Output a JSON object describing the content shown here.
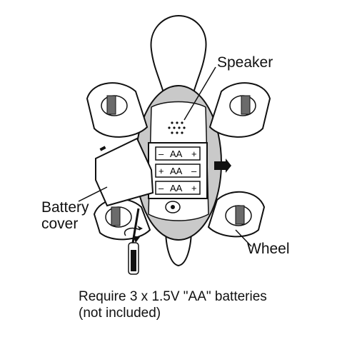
{
  "labels": {
    "speaker": "Speaker",
    "battery_line1": "Battery",
    "battery_line2": "cover",
    "wheel": "Wheel"
  },
  "batteries": [
    {
      "polarity_left": "–",
      "text": "AA",
      "polarity_right": "+"
    },
    {
      "polarity_left": "+",
      "text": "AA",
      "polarity_right": "–"
    },
    {
      "polarity_left": "–",
      "text": "AA",
      "polarity_right": "+"
    }
  ],
  "note": {
    "line1": "Require 3 x 1.5V \"AA\" batteries",
    "line2": "(not included)"
  },
  "colors": {
    "ink": "#111111",
    "body_gray": "#c9c9c9",
    "dark_gray": "#6b6b6b",
    "background": "#ffffff"
  }
}
